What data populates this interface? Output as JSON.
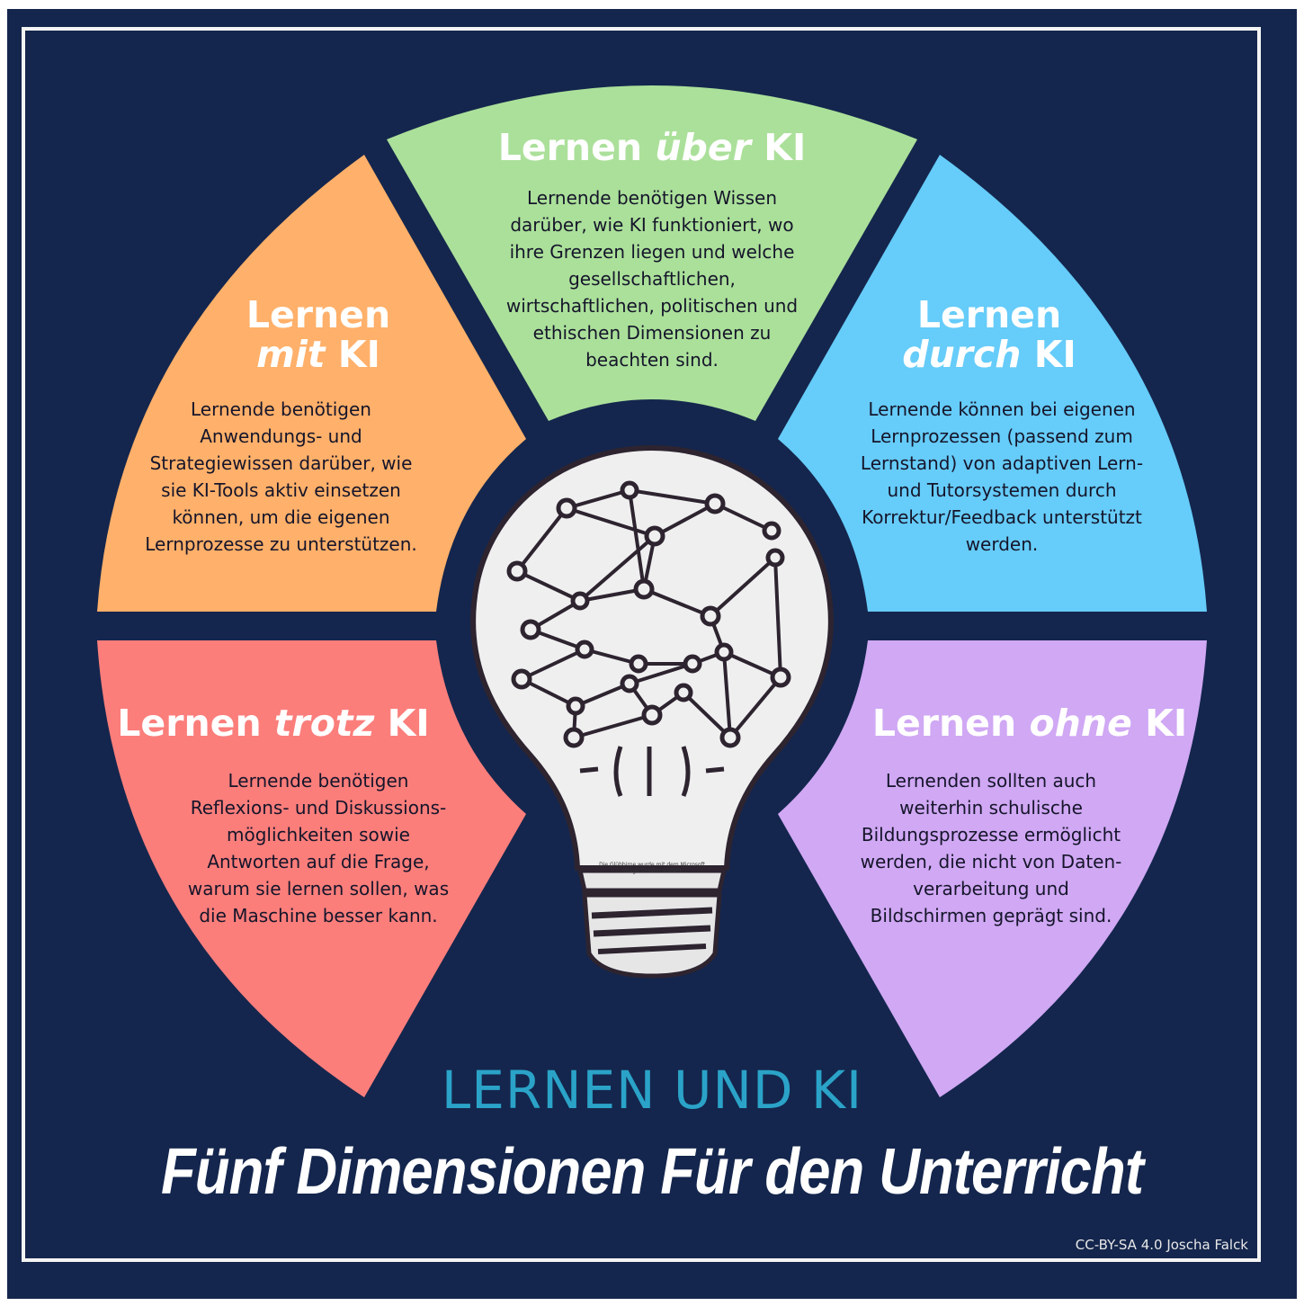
{
  "segments": {
    "top": {
      "title_pre": "Lernen ",
      "title_em": "über",
      "title_post": " KI",
      "text": "Lernende benötigen Wissen darüber, wie KI funktioniert, wo ihre Grenzen liegen und welche gesellschaftlichen, wirtschaftlichen, politischen und ethischen Dimensionen zu beachten sind.",
      "color": "#abe09a"
    },
    "upper_left": {
      "title_line1": "Lernen",
      "title_em": "mit",
      "title_post": " KI",
      "text": "Lernende benötigen Anwendungs- und Strategiewissen darüber, wie sie KI-Tools aktiv einsetzen können, um die eigenen Lernprozesse zu unterstützen.",
      "color": "#ffb06a"
    },
    "upper_right": {
      "title_line1": "Lernen",
      "title_em": "durch",
      "title_post": " KI",
      "text": "Lernende können bei eigenen Lernprozessen (passend zum Lernstand) von adaptiven Lern- und Tutorsystemen durch Korrektur/Feedback unterstützt werden.",
      "color": "#66ccf9"
    },
    "lower_left": {
      "title_pre": "Lernen ",
      "title_em": "trotz",
      "title_post": " KI",
      "text": "Lernende benötigen Reflexions- und Diskussions-möglichkeiten sowie Antworten auf die Frage, warum sie lernen sollen, was die Maschine besser kann.",
      "color": "#fb7e7b"
    },
    "lower_right": {
      "title_pre": "Lernen ",
      "title_em": "ohne",
      "title_post": " KI",
      "text": "Lernenden sollten auch weiterhin schulische Bildungsprozesse ermöglicht werden, die nicht von Daten-verarbeitung und Bildschirmen geprägt sind.",
      "color": "#d0a8f4"
    }
  },
  "bulb_note": "Die Glühbirne wurde mit dem Microsoft Image Creator erstellt",
  "heading": "LERNEN UND KI",
  "subtitle": "Fünf Dimensionen Für den Unterricht",
  "credit": "CC-BY-SA 4.0 Joscha Falck",
  "colors": {
    "background": "#14264d",
    "heading": "#2ba3c8"
  }
}
